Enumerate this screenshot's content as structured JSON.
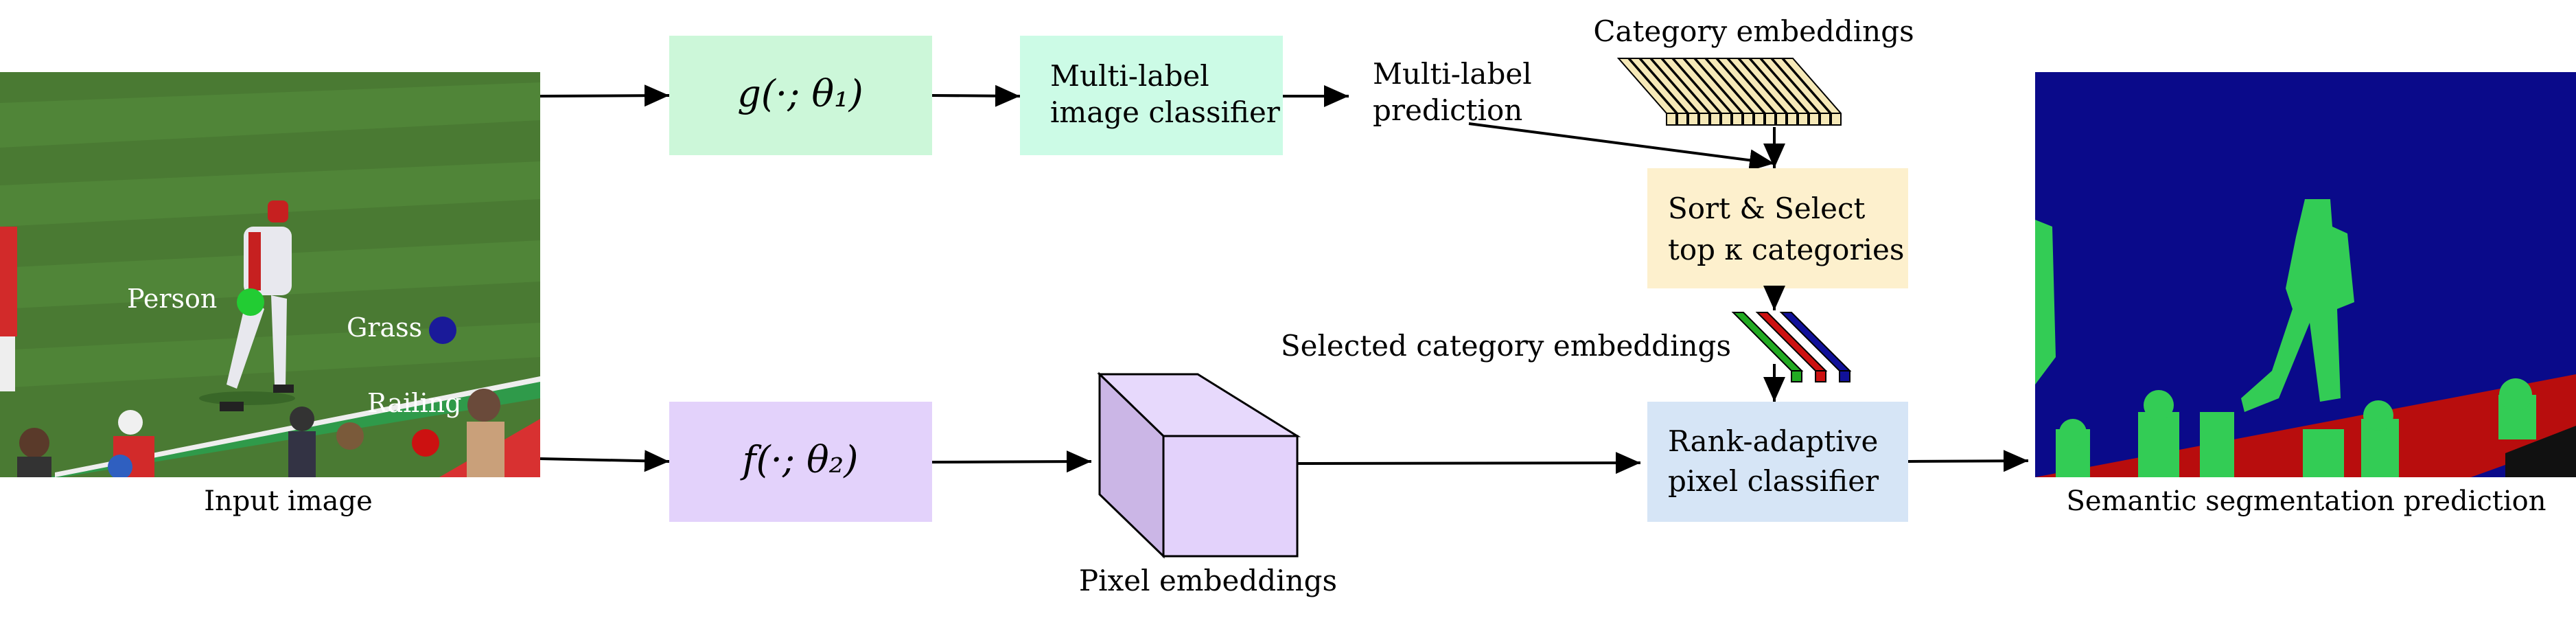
{
  "input_image": {
    "caption": "Input image",
    "points": [
      {
        "label": "Person",
        "color": "#22cc33"
      },
      {
        "label": "Grass",
        "color": "#1a1a99"
      },
      {
        "label": "Railing",
        "color": "#cc1111"
      }
    ]
  },
  "modules": {
    "g_function": "g(·; θ₁)",
    "f_function": "f(·; θ₂)",
    "classifier": [
      "Multi-label",
      "image classifier"
    ],
    "sort_select": [
      "Sort & Select",
      "top κ categories"
    ],
    "pixel_classifier": [
      "Rank-adaptive",
      "pixel classifier"
    ]
  },
  "labels": {
    "multilabel_prediction": [
      "Multi-label",
      "prediction"
    ],
    "category_embeddings": "Category embeddings",
    "selected_category_embeddings": "Selected category embeddings",
    "pixel_embeddings": "Pixel embeddings",
    "segmentation_caption": "Semantic segmentation prediction"
  },
  "colors": {
    "g_box": "#ccf7d9",
    "classifier_box": "#ccfbe6",
    "f_box": "#e3d2fb",
    "cube": "#e3d2fb",
    "sort_box": "#fdf0cd",
    "pixel_classifier_box": "#d6e5f6",
    "embeddings_bar": "#f6e9b8",
    "selected_embeddings": [
      "#22aa22",
      "#cc1111",
      "#111199"
    ],
    "seg_background": "#0a0a8a",
    "seg_person": "#33cc55",
    "seg_railing": "#b80d0d"
  }
}
